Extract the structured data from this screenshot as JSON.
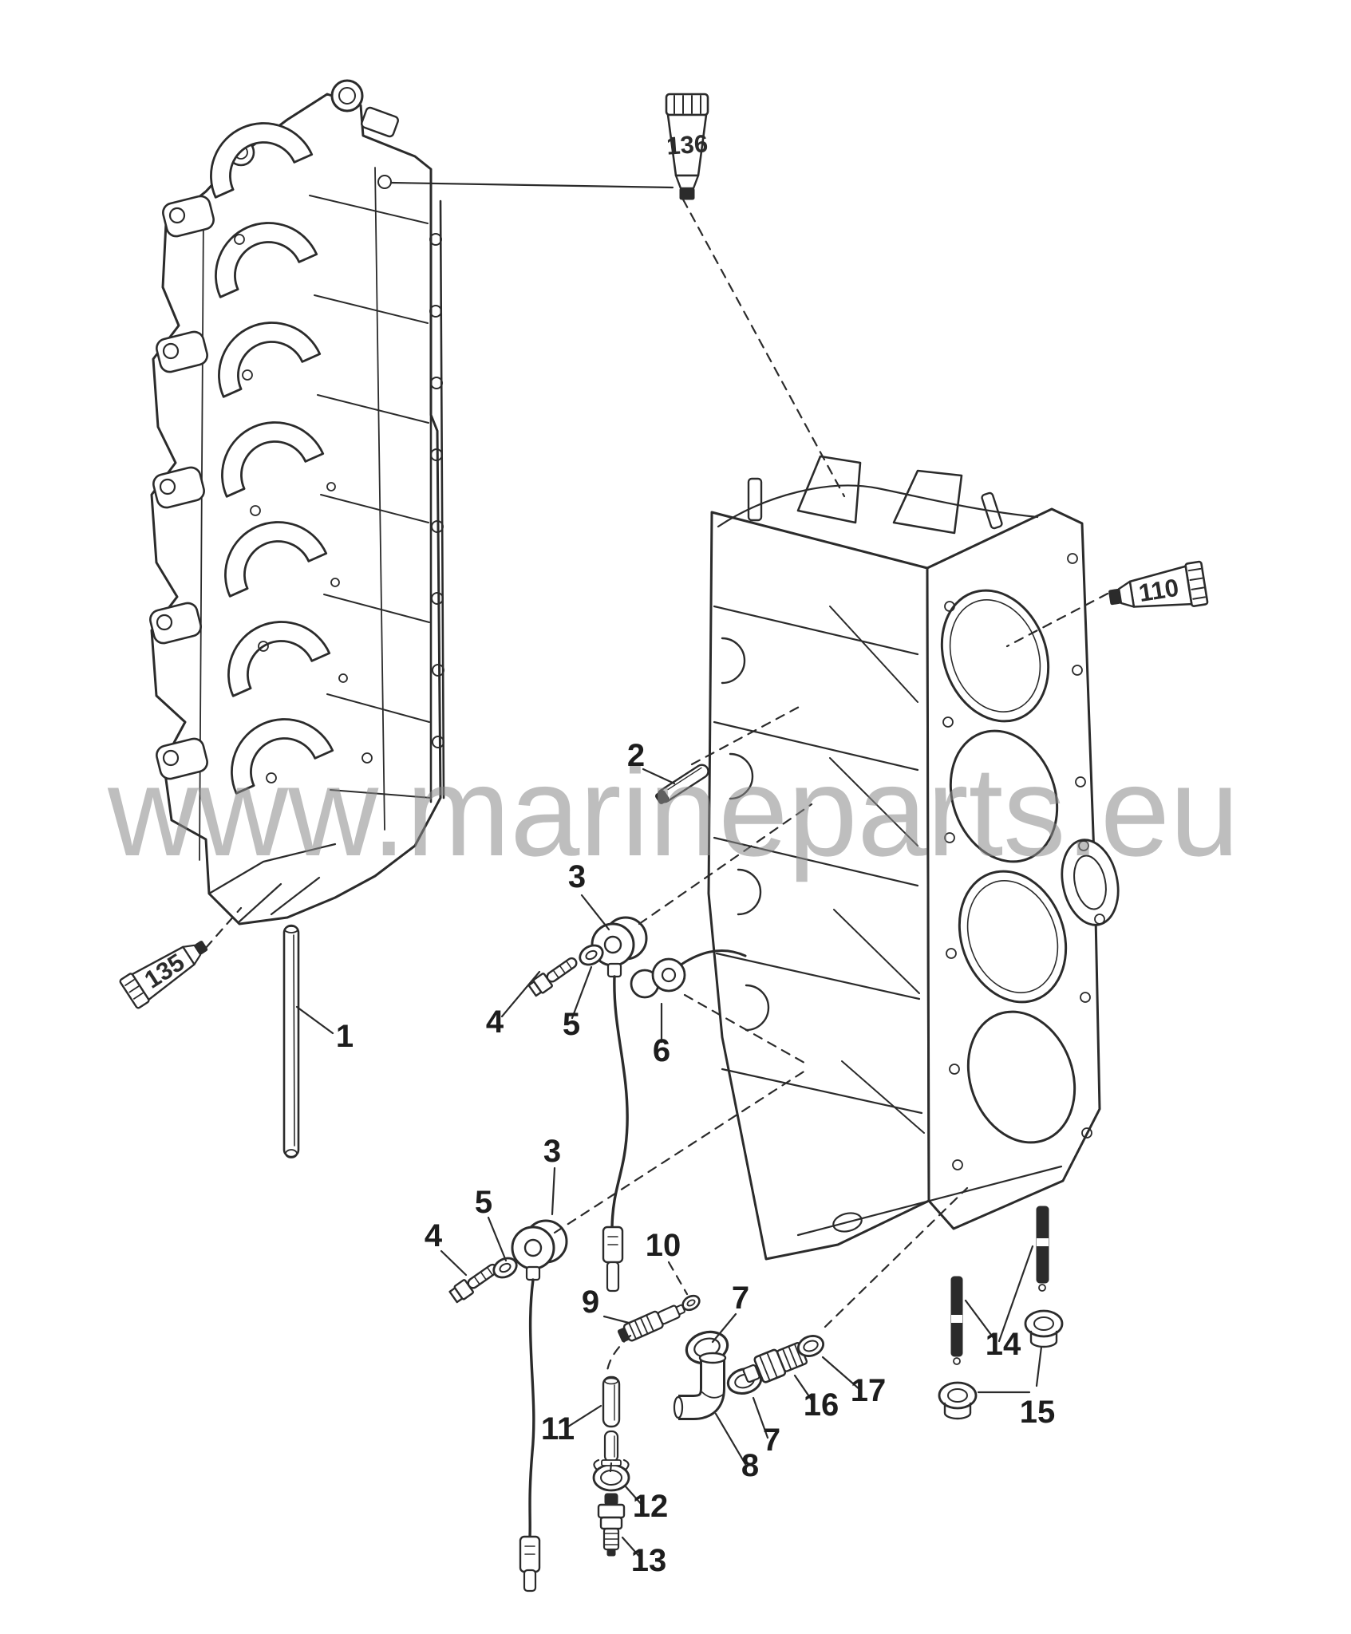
{
  "page": {
    "background": "#ffffff",
    "ink_color": "#2b2b2b",
    "watermark_color": "#b3b3b3"
  },
  "watermark": {
    "text": "www.marineparts.eu"
  },
  "diagram": {
    "description_of_pixels": "exploded parts diagram of outboard engine cylinder block and crankcase with numbered callouts",
    "callouts": [
      {
        "label": "1"
      },
      {
        "label": "2"
      },
      {
        "label": "3"
      },
      {
        "label": "4"
      },
      {
        "label": "5"
      },
      {
        "label": "6"
      },
      {
        "label": "3"
      },
      {
        "label": "5"
      },
      {
        "label": "4"
      },
      {
        "label": "10"
      },
      {
        "label": "9"
      },
      {
        "label": "7"
      },
      {
        "label": "17"
      },
      {
        "label": "16"
      },
      {
        "label": "7"
      },
      {
        "label": "8"
      },
      {
        "label": "11"
      },
      {
        "label": "12"
      },
      {
        "label": "13"
      },
      {
        "label": "14"
      },
      {
        "label": "15"
      }
    ],
    "sealant_tubes": [
      {
        "label": "136"
      },
      {
        "label": "110"
      },
      {
        "label": "135"
      }
    ]
  }
}
